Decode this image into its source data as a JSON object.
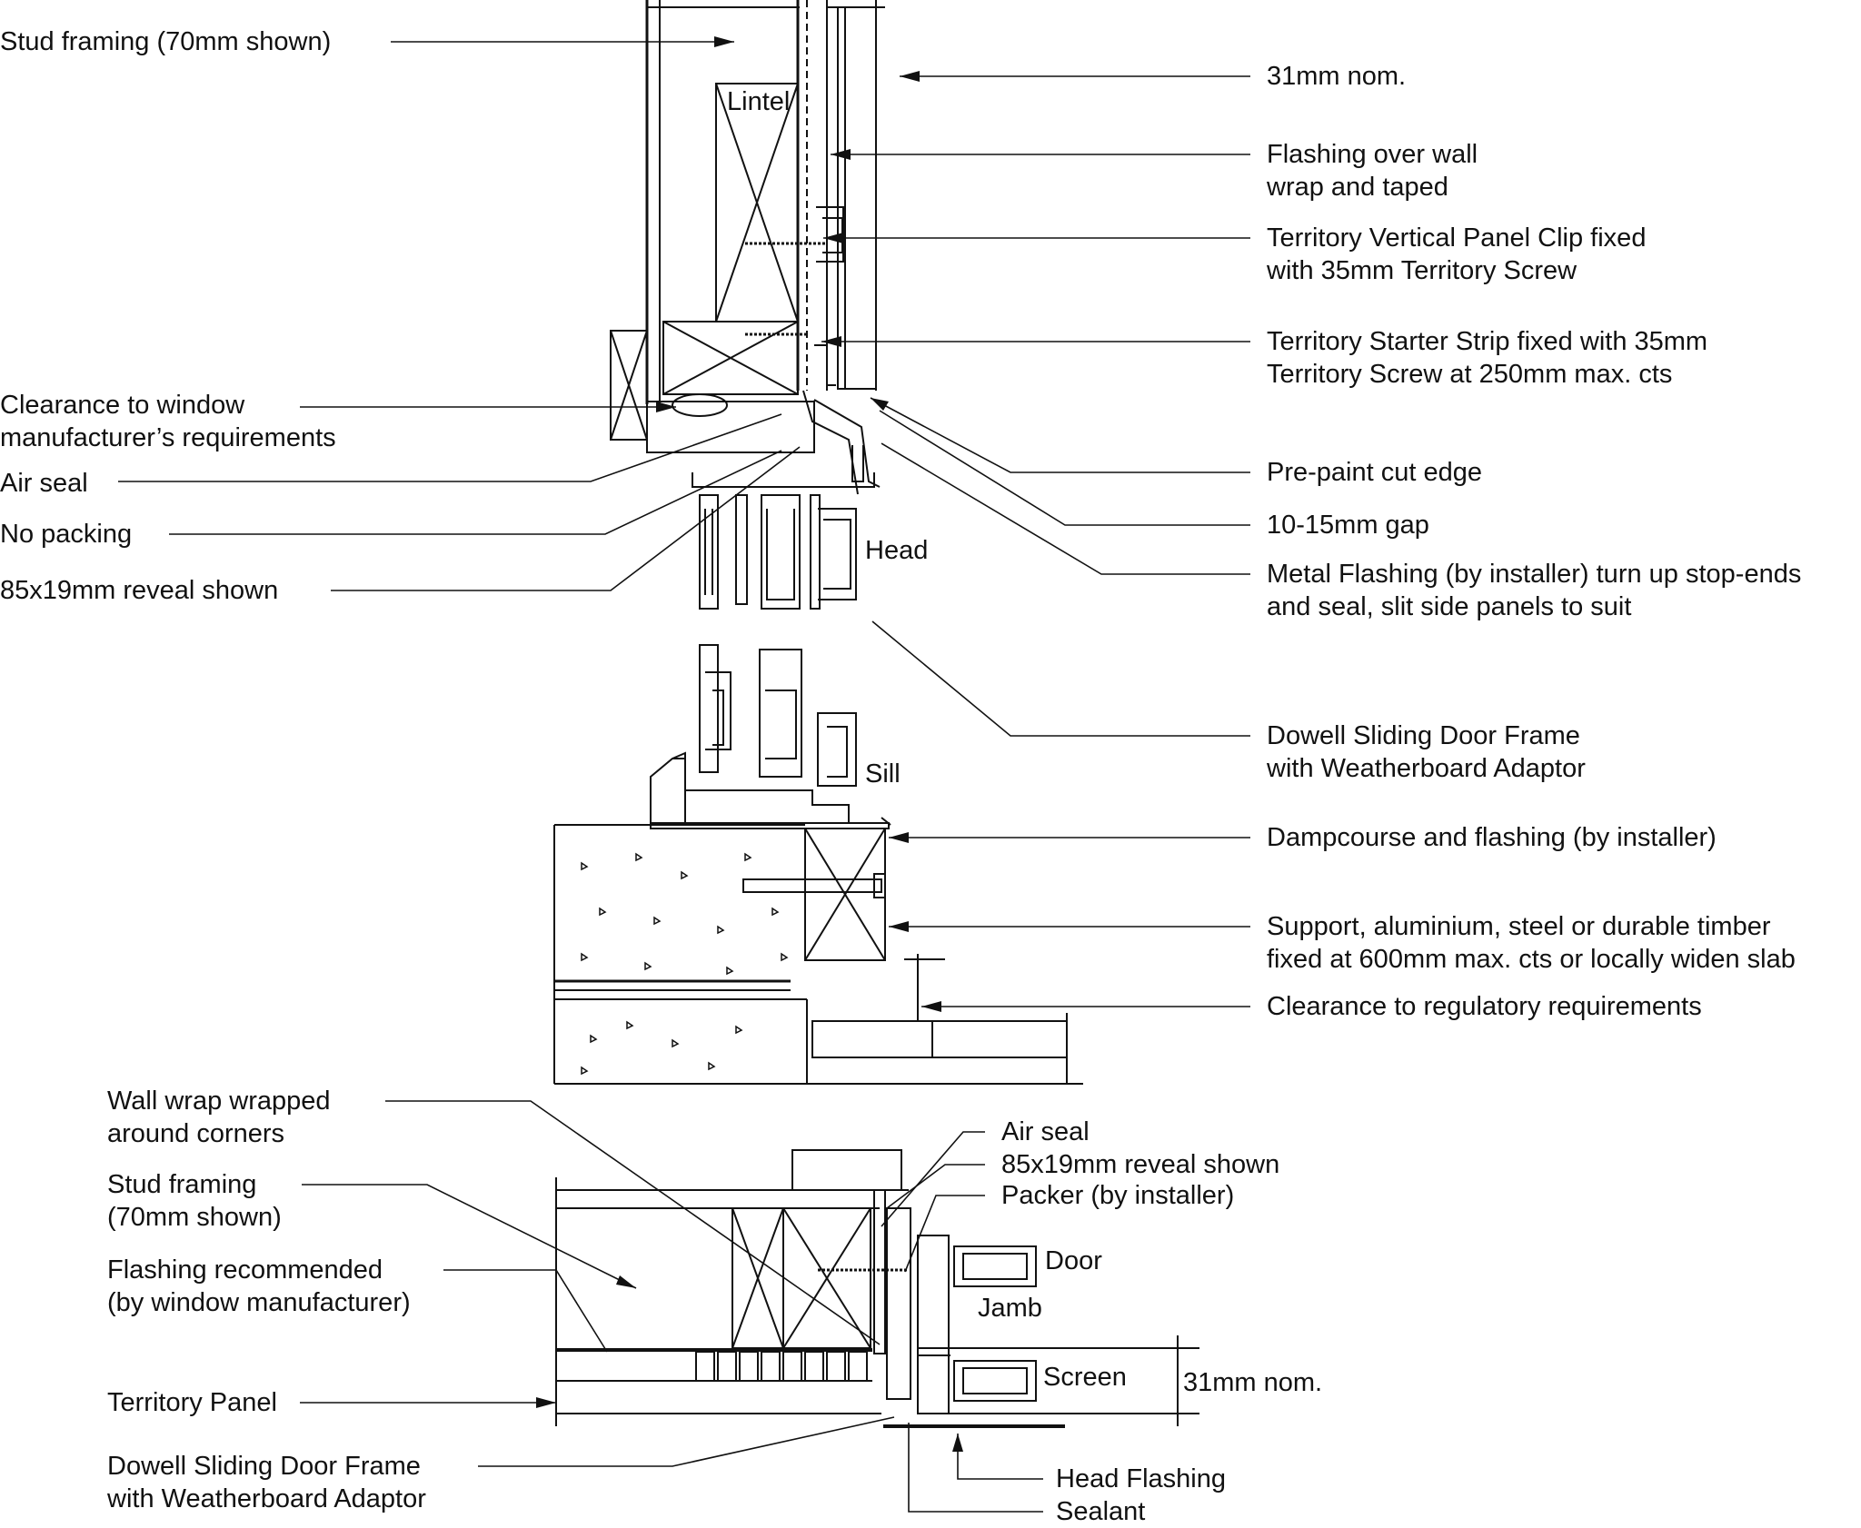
{
  "head_labels": {
    "stud_framing": "Stud framing (70mm shown)",
    "clearance_window": [
      "Clearance to window",
      "manufacturer’s requirements"
    ],
    "air_seal": "Air seal",
    "no_packing": "No packing",
    "reveal": "85x19mm reveal shown",
    "nom31": "31mm nom.",
    "flashing_wrap": [
      "Flashing over wall",
      "wrap and taped"
    ],
    "panel_clip": [
      "Territory Vertical Panel Clip fixed",
      "with 35mm Territory Screw"
    ],
    "starter_strip": [
      "Territory Starter Strip  fixed with 35mm",
      "Territory Screw at 250mm max. cts"
    ],
    "prepaint": "Pre-paint cut edge",
    "gap": "10-15mm gap",
    "metal_flashing": [
      "Metal Flashing (by installer) turn up stop-ends",
      "and seal, slit side panels to suit"
    ]
  },
  "sill_labels": {
    "dowell": [
      "Dowell Sliding Door Frame",
      "with Weatherboard Adaptor"
    ],
    "dampcourse": "Dampcourse and flashing (by installer)",
    "support": [
      "Support, aluminium, steel or durable timber",
      "fixed at 600mm max. cts or locally widen slab"
    ],
    "clearance_reg": "Clearance to regulatory requirements"
  },
  "jamb_labels": {
    "wall_wrap": [
      "Wall wrap wrapped",
      "around corners"
    ],
    "stud_framing": [
      "Stud framing",
      "(70mm shown)"
    ],
    "flashing_rec": [
      "Flashing recommended",
      "(by window manufacturer)"
    ],
    "territory_panel": "Territory Panel",
    "dowell": [
      "Dowell Sliding Door Frame",
      "with Weatherboard Adaptor"
    ],
    "air_seal": "Air seal",
    "reveal": "85x19mm reveal shown",
    "packer": "Packer (by installer)",
    "nom31": "31mm nom.",
    "head_flashing": "Head Flashing",
    "sealant": "Sealant"
  },
  "tags": {
    "lintel": "Lintel",
    "head": "Head",
    "sill": "Sill",
    "door": "Door",
    "jamb": "Jamb",
    "screen": "Screen"
  }
}
